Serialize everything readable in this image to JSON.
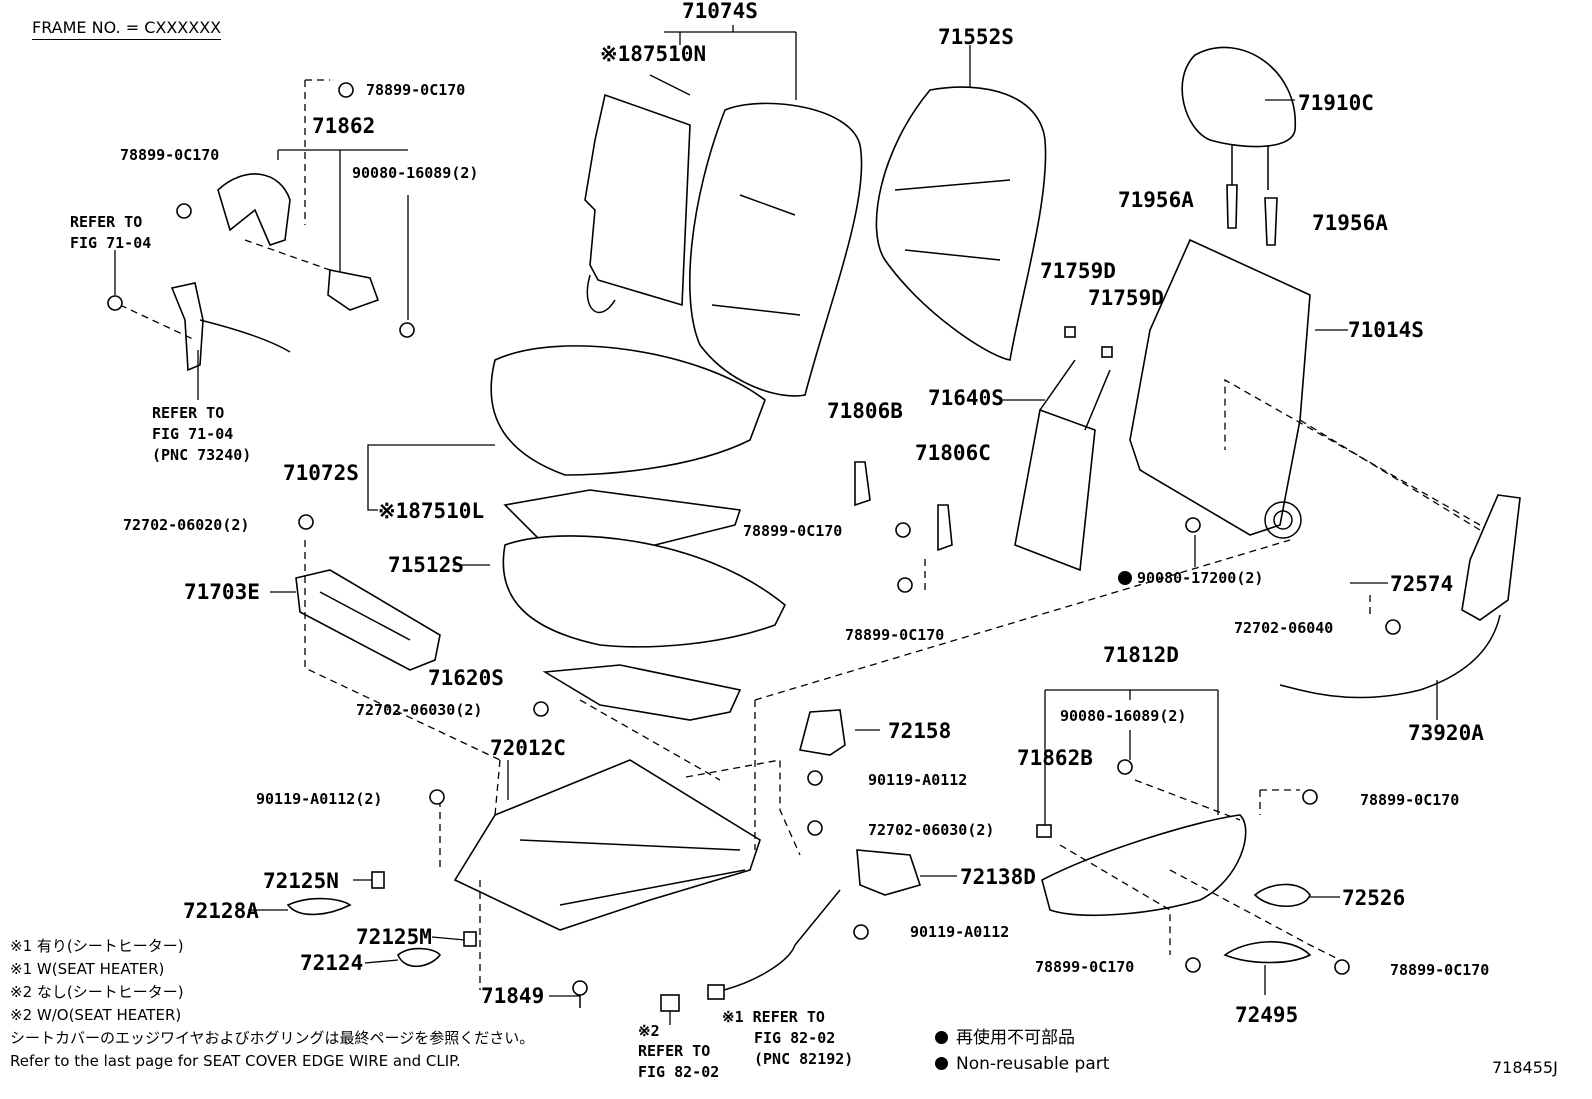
{
  "frame_no": "FRAME NO. = CXXXXXX",
  "figure_id": "718455J",
  "labels": {
    "l71074S": "71074S",
    "l87510N": "※187510N",
    "l71552S": "71552S",
    "l71910C": "71910C",
    "l78899_top": "78899-0C170",
    "l71862": "71862",
    "l78899_left": "78899-0C170",
    "l90080_16089": "90080-16089(2)",
    "l_refer_7104_a": "REFER TO",
    "l_fig_7104_a": "FIG 71-04",
    "l71956A_1": "71956A",
    "l71956A_2": "71956A",
    "l71759D_1": "71759D",
    "l71759D_2": "71759D",
    "l71014S": "71014S",
    "l_refer_7104_b": "REFER TO",
    "l_fig_7104_b": "FIG 71-04",
    "l_pnc_73240": "(PNC 73240)",
    "l71640S": "71640S",
    "l71806B": "71806B",
    "l71806C": "71806C",
    "l71072S": "71072S",
    "l87510L": "※187510L",
    "l72702_06020": "72702-06020(2)",
    "l78899_mid": "78899-0C170",
    "l71512S": "71512S",
    "l90080_17200": "90080-17200(2)",
    "l72574": "72574",
    "l71703E": "71703E",
    "l78899_mid2": "78899-0C170",
    "l72702_06040": "72702-06040",
    "l71812D": "71812D",
    "l71620S": "71620S",
    "l72702_06030a": "72702-06030(2)",
    "l90080_16089b": "90080-16089(2)",
    "l73920A": "73920A",
    "l72158": "72158",
    "l72012C": "72012C",
    "l90119_a": "90119-A0112",
    "l71862B": "71862B",
    "l90119_b": "90119-A0112(2)",
    "l78899_r1": "78899-0C170",
    "l72702_06030b": "72702-06030(2)",
    "l72125N": "72125N",
    "l72138D": "72138D",
    "l72128A": "72128A",
    "l72526": "72526",
    "l90119_c": "90119-A0112",
    "l72125M": "72125M",
    "l72124": "72124",
    "l78899_b1": "78899-0C170",
    "l78899_b2": "78899-0C170",
    "l71849": "71849",
    "l72495": "72495",
    "l_x1_refer": "※1 REFER TO",
    "l_fig_8202_a": "FIG 82-02",
    "l_pnc_82192": "(PNC 82192)",
    "l_x2": "※2",
    "l_refer_8202_b": "REFER TO",
    "l_fig_8202_b": "FIG 82-02"
  },
  "notes": {
    "n1": "※1 有り(シートヒーター)",
    "n2": "※1 W(SEAT HEATER)",
    "n3": "※2 なし(シートヒーター)",
    "n4": "※2 W/O(SEAT HEATER)",
    "n5": "シートカバーのエッジワイヤおよびホグリングは最終ページを参照ください。",
    "n6": "Refer to the last page for SEAT COVER EDGE WIRE and CLIP."
  },
  "legend": {
    "jp": "再使用不可部品",
    "en": "Non-reusable part"
  }
}
